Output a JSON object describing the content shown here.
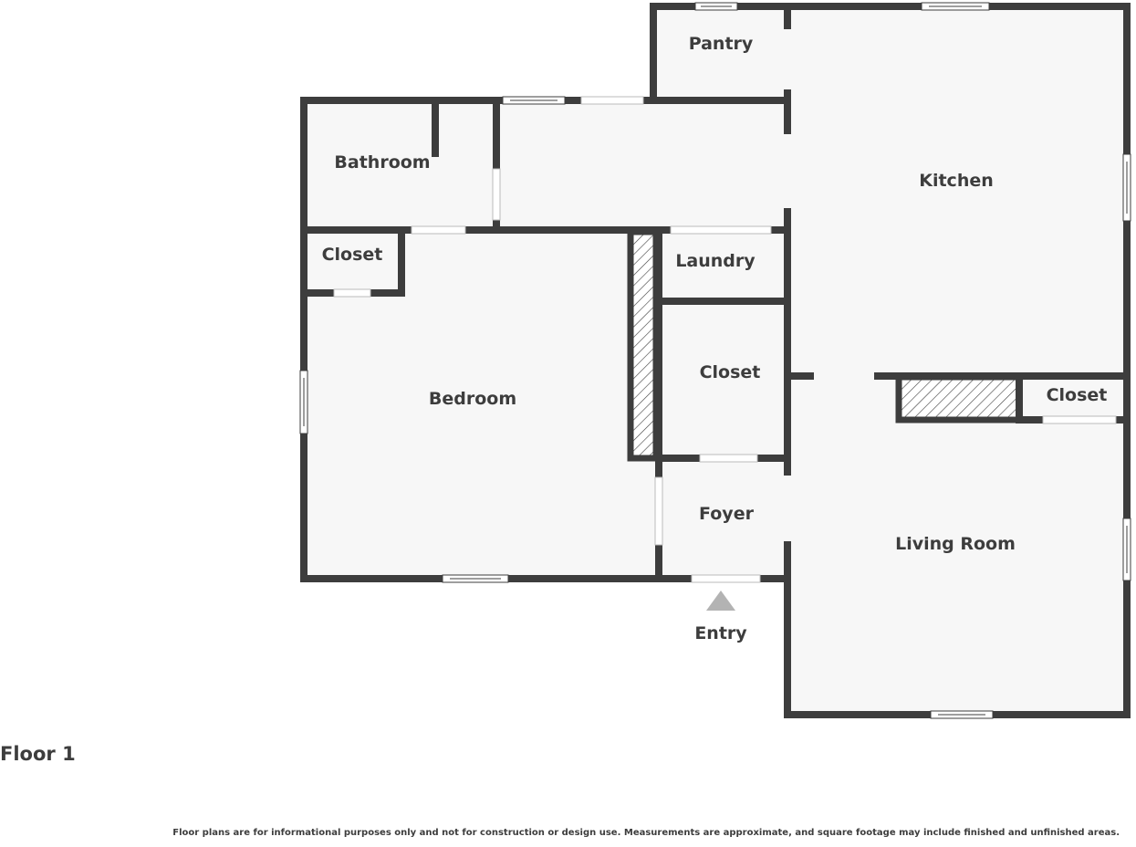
{
  "floor": {
    "title": "Floor 1"
  },
  "rooms": {
    "pantry": "Pantry",
    "bathroom": "Bathroom",
    "kitchen": "Kitchen",
    "bedroom_closet": "Closet",
    "laundry": "Laundry",
    "bedroom": "Bedroom",
    "hall_closet": "Closet",
    "living_closet": "Closet",
    "foyer": "Foyer",
    "living_room": "Living Room"
  },
  "entry": {
    "label": "Entry"
  },
  "disclaimer": "Floor plans are for informational purposes only and not for construction or design use. Measurements are approximate, and square footage may include finished and unfinished areas.",
  "colors": {
    "wall": "#3d3d3d",
    "floor": "#f7f7f7",
    "entry_arrow": "#b3b3b3"
  }
}
